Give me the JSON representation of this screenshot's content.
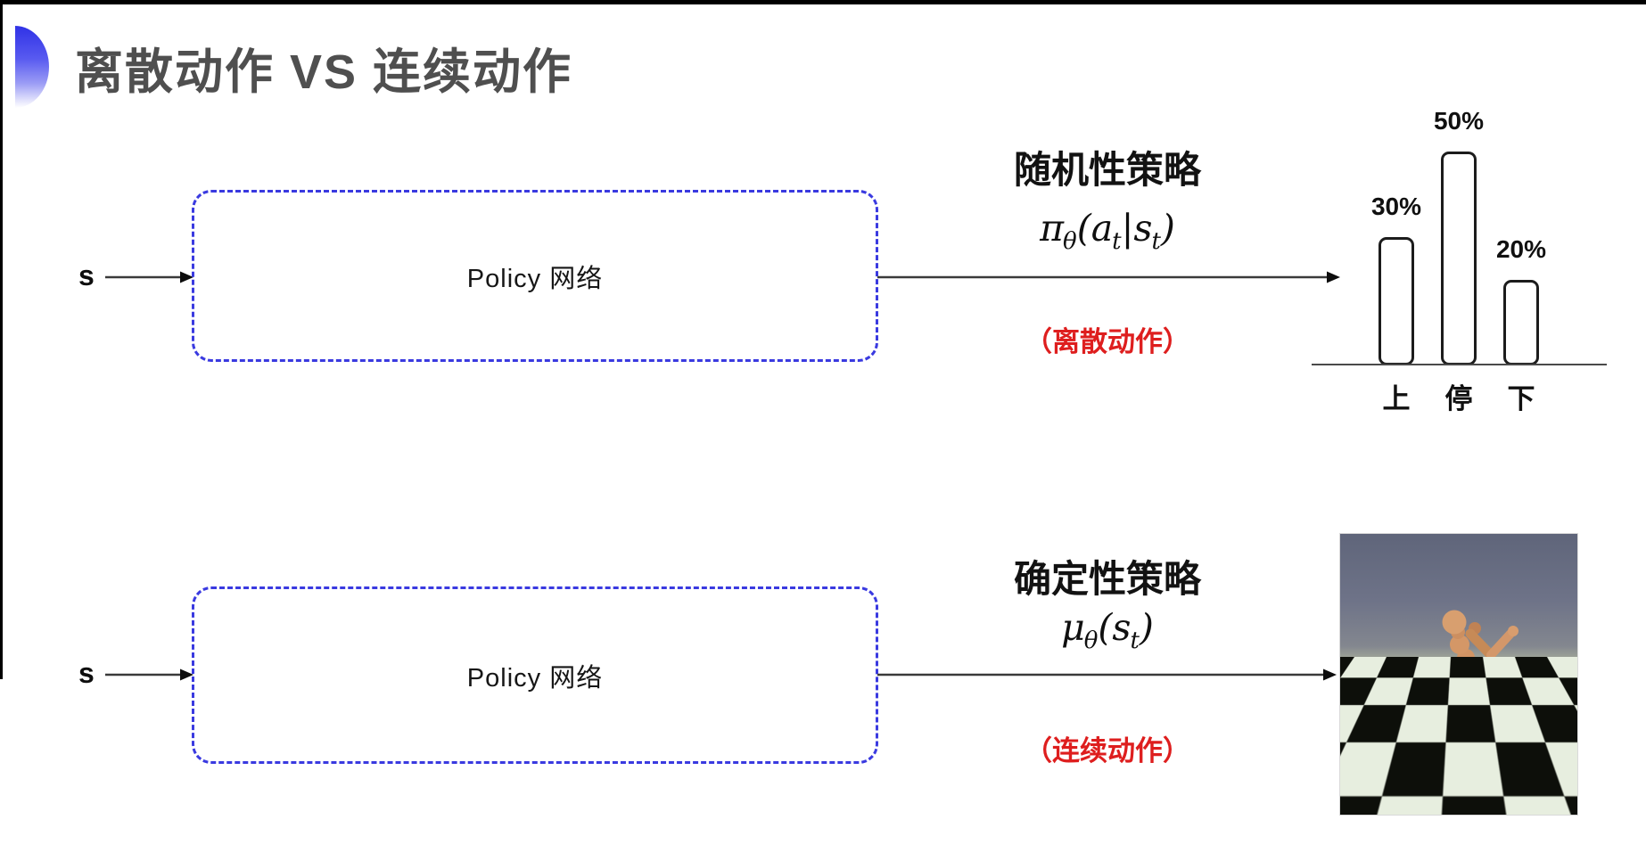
{
  "slide": {
    "title": "离散动作 VS 连续动作"
  },
  "rows": [
    {
      "input_label": "s",
      "box_label": "Policy 网络",
      "policy_type": "随机性策略",
      "formula": {
        "lead": "π",
        "lead_sub": "θ",
        "open": "(",
        "arg1": "a",
        "arg1_sub": "t",
        "bar": "|",
        "arg2": "s",
        "arg2_sub": "t",
        "close": ")"
      },
      "action_note": "（离散动作）"
    },
    {
      "input_label": "s",
      "box_label": "Policy 网络",
      "policy_type": "确定性策略",
      "formula": {
        "lead": "μ",
        "lead_sub": "θ",
        "open": "(",
        "arg1": "s",
        "arg1_sub": "t",
        "close": ")"
      },
      "action_note": "（连续动作）"
    }
  ],
  "chart_data": {
    "type": "bar",
    "categories": [
      "上",
      "停",
      "下"
    ],
    "values": [
      30,
      50,
      20
    ],
    "bar_labels": [
      "30%",
      "50%",
      "20%"
    ],
    "title": "",
    "xlabel": "",
    "ylabel": "",
    "ylim": [
      0,
      55
    ],
    "grid": false,
    "legend": "none",
    "bar_fill": "#ffffff",
    "bar_outline": "#1c1c1c"
  },
  "colors": {
    "accent_blue": "#3a3ae0",
    "note_red": "#de1e1e",
    "title_gray": "#4f4f4f"
  }
}
